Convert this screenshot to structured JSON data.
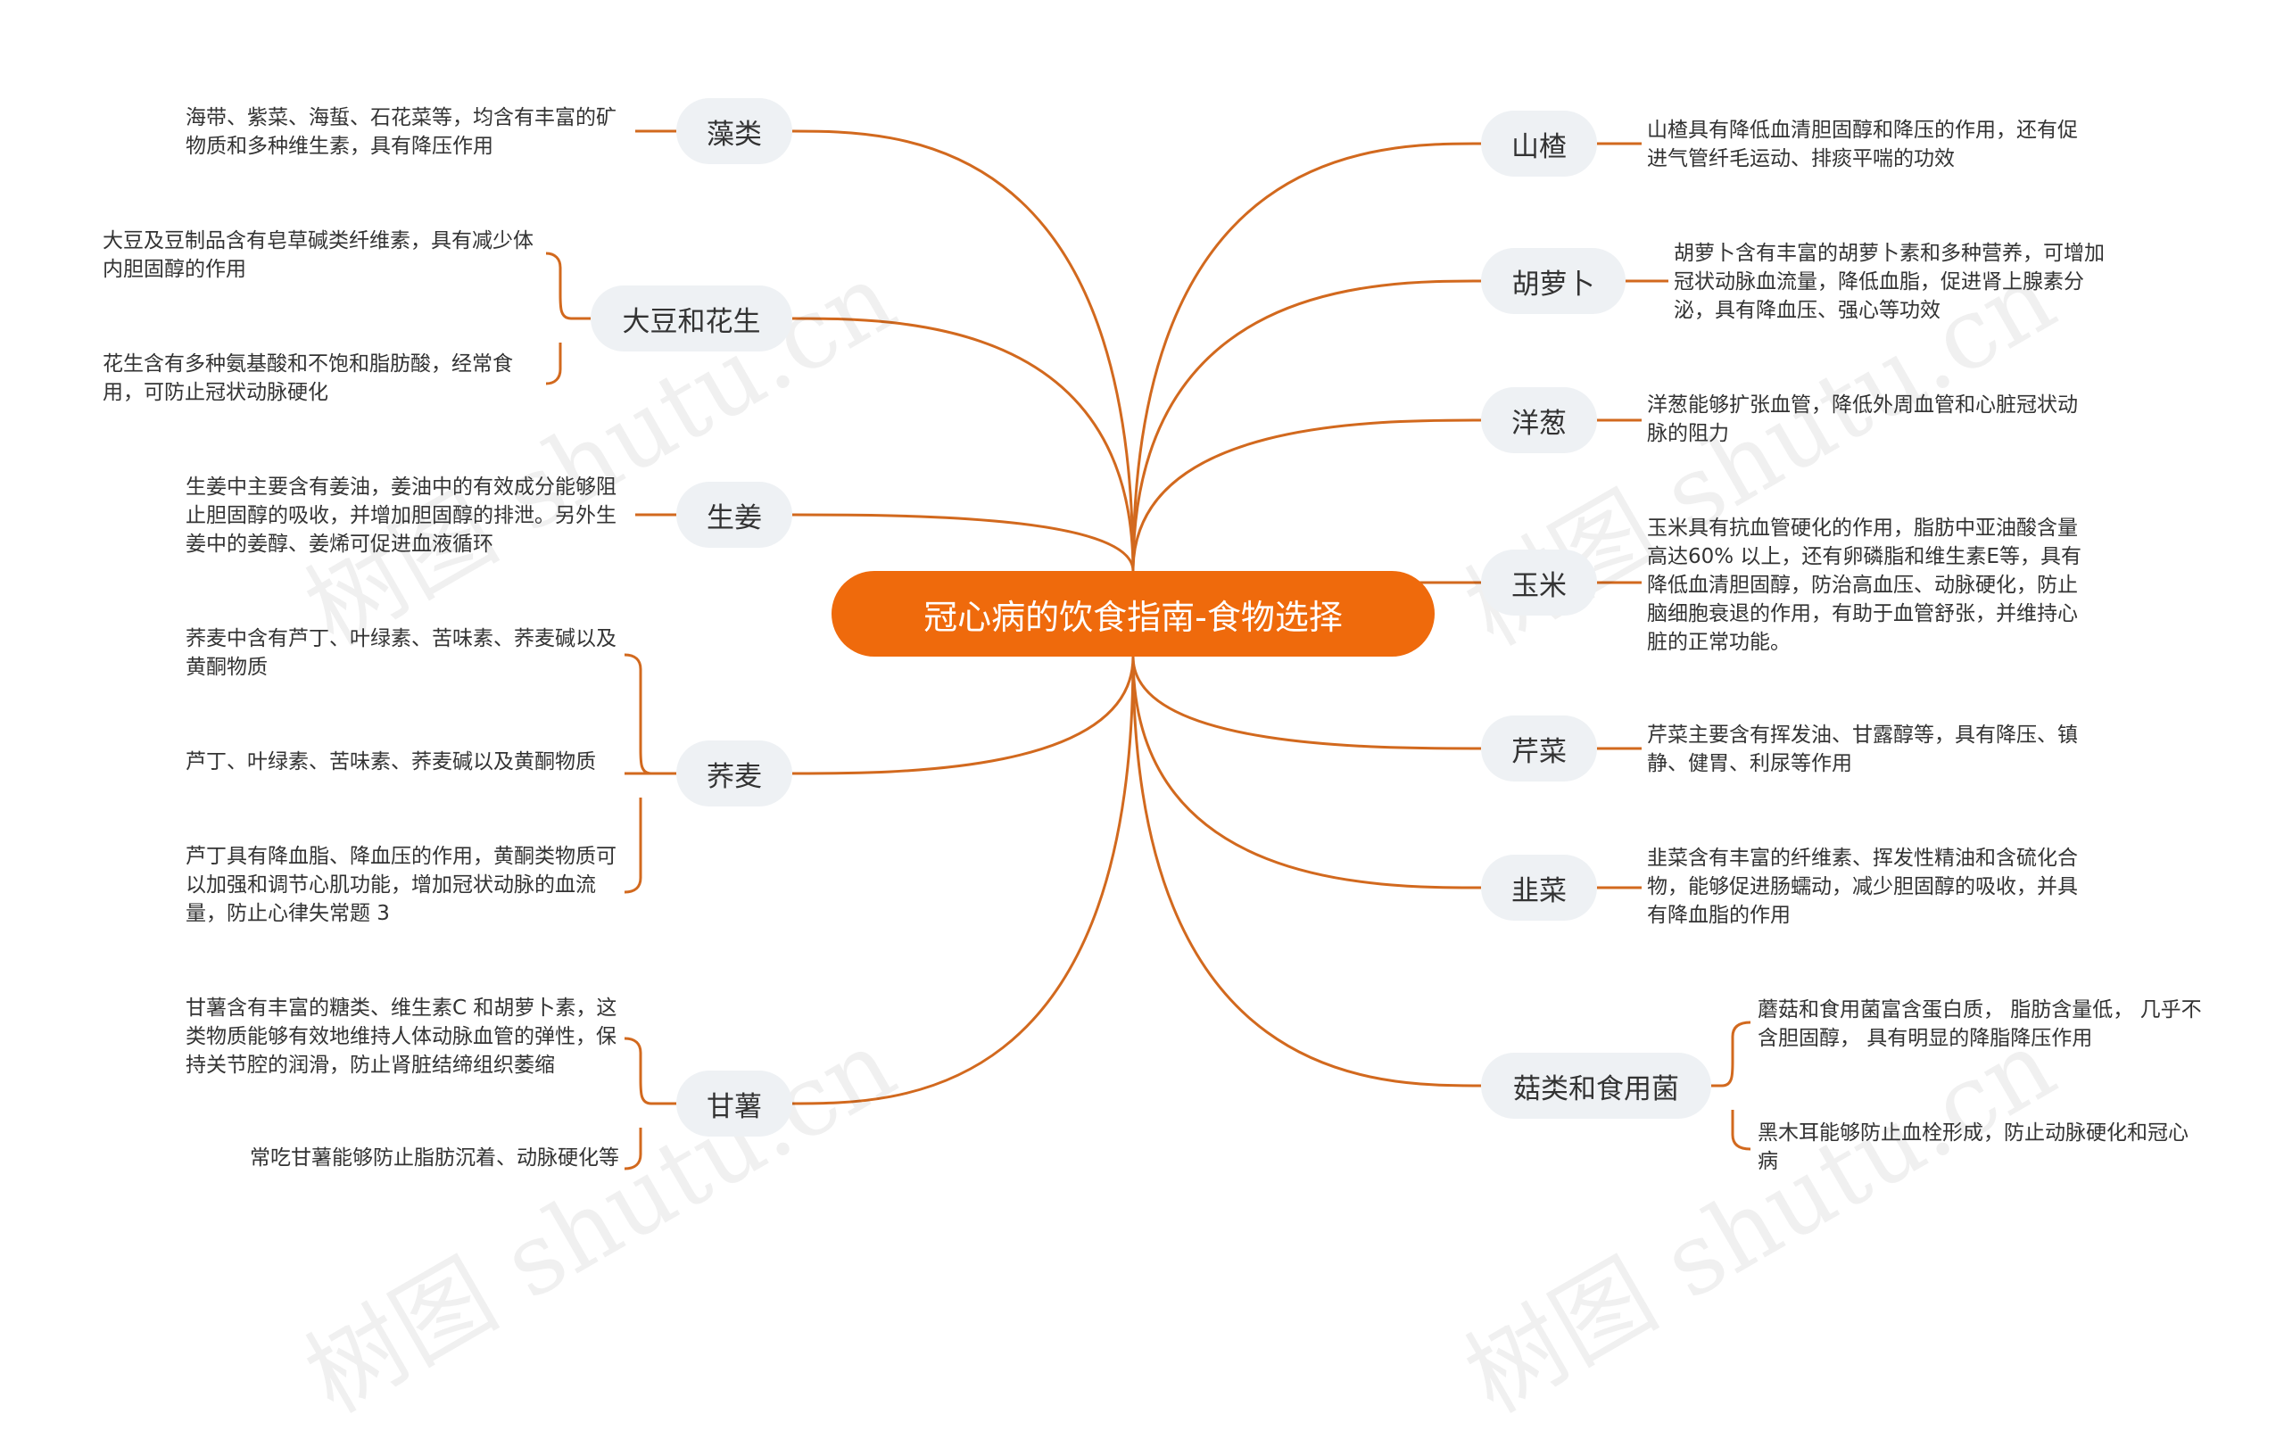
{
  "center": {
    "label": "冠心病的饮食指南-食物选择"
  },
  "colors": {
    "accent": "#ef6a0c",
    "topic_bg": "#eef1f4",
    "line": "#d2691e"
  },
  "watermark": {
    "text": "树图 shutu.cn"
  },
  "left": [
    {
      "label": "藻类",
      "leaves": [
        "海带、紫菜、海蜇、石花菜等，均含有丰富的矿物质和多种维生素，具有降压作用"
      ]
    },
    {
      "label": "大豆和花生",
      "leaves": [
        "大豆及豆制品含有皂草碱类纤维素，具有减少体内胆固醇的作用",
        "花生含有多种氨基酸和不饱和脂肪酸，经常食用，可防止冠状动脉硬化"
      ]
    },
    {
      "label": "生姜",
      "leaves": [
        "生姜中主要含有姜油，姜油中的有效成分能够阻止胆固醇的吸收，并增加胆固醇的排泄。另外生姜中的姜醇、姜烯可促进血液循环"
      ]
    },
    {
      "label": "荞麦",
      "leaves": [
        "荞麦中含有芦丁、叶绿素、苦味素、荞麦碱以及黄酮物质",
        "芦丁、叶绿素、苦味素、荞麦碱以及黄酮物质",
        "芦丁具有降血脂、降血压的作用，黄酮类物质可以加强和调节心肌功能，增加冠状动脉的血流量，防止心律失常题 3"
      ]
    },
    {
      "label": "甘薯",
      "leaves": [
        "甘薯含有丰富的糖类、维生素C 和胡萝卜素，这类物质能够有效地维持人体动脉血管的弹性，保持关节腔的润滑，防止肾脏结缔组织萎缩",
        "常吃甘薯能够防止脂肪沉着、动脉硬化等"
      ]
    }
  ],
  "right": [
    {
      "label": "山楂",
      "leaves": [
        "山楂具有降低血清胆固醇和降压的作用，还有促进气管纤毛运动、排痰平喘的功效"
      ]
    },
    {
      "label": "胡萝卜",
      "leaves": [
        "胡萝卜含有丰富的胡萝卜素和多种营养，可增加冠状动脉血流量，降低血脂，促进肾上腺素分泌，具有降血压、强心等功效"
      ]
    },
    {
      "label": "洋葱",
      "leaves": [
        "洋葱能够扩张血管，降低外周血管和心脏冠状动脉的阻力"
      ]
    },
    {
      "label": "玉米",
      "leaves": [
        "玉米具有抗血管硬化的作用，脂肪中亚油酸含量高达60% 以上，还有卵磷脂和维生素E等，具有降低血清胆固醇，防治高血压、动脉硬化，防止脑细胞衰退的作用，有助于血管舒张，并维持心脏的正常功能。"
      ]
    },
    {
      "label": "芹菜",
      "leaves": [
        "芹菜主要含有挥发油、甘露醇等，具有降压、镇静、健胃、利尿等作用"
      ]
    },
    {
      "label": "韭菜",
      "leaves": [
        "韭菜含有丰富的纤维素、挥发性精油和含硫化合物，能够促进肠蠕动，减少胆固醇的吸收，并具有降血脂的作用"
      ]
    },
    {
      "label": "菇类和食用菌",
      "leaves": [
        "蘑菇和食用菌富含蛋白质， 脂肪含量低， 几乎不含胆固醇， 具有明显的降脂降压作用",
        "黑木耳能够防止血栓形成，防止动脉硬化和冠心病"
      ]
    }
  ]
}
